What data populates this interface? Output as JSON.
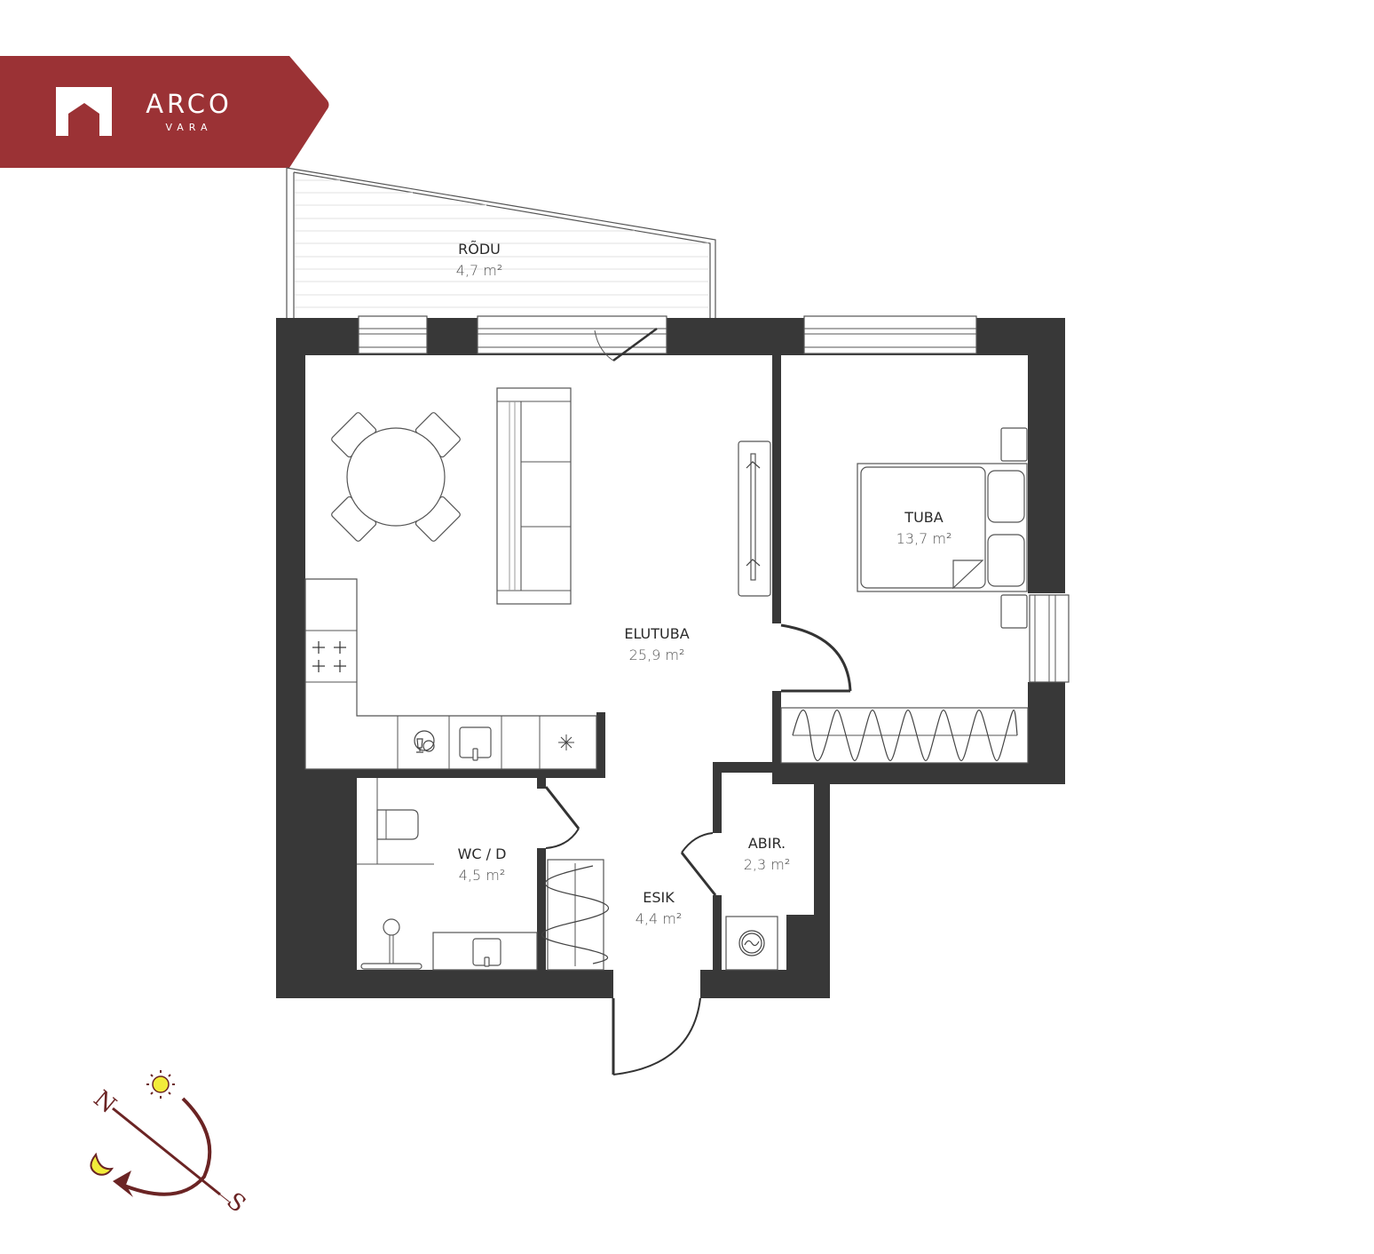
{
  "brand": {
    "name": "ARCO",
    "subname": "VARA",
    "color": "#9b3235",
    "icon": "house-arch-icon"
  },
  "rooms": [
    {
      "id": "rodu",
      "label": "RÕDU",
      "area": "4,7 m²"
    },
    {
      "id": "elutuba",
      "label": "ELUTUBA",
      "area": "25,9 m²"
    },
    {
      "id": "tuba",
      "label": "TUBA",
      "area": "13,7 m²"
    },
    {
      "id": "wcd",
      "label": "WC / D",
      "area": "4,5 m²"
    },
    {
      "id": "esik",
      "label": "ESIK",
      "area": "4,4 m²"
    },
    {
      "id": "abir",
      "label": "ABIR.",
      "area": "2,3 m²"
    }
  ],
  "compass": {
    "north": "N",
    "south": "S",
    "icons": [
      "sun-icon",
      "moon-icon",
      "compass-needle-icon"
    ],
    "color": "#6b2424",
    "sun_color": "#f2ec3a"
  },
  "colors": {
    "wall": "#383838",
    "line": "#444444",
    "background": "#ffffff"
  }
}
